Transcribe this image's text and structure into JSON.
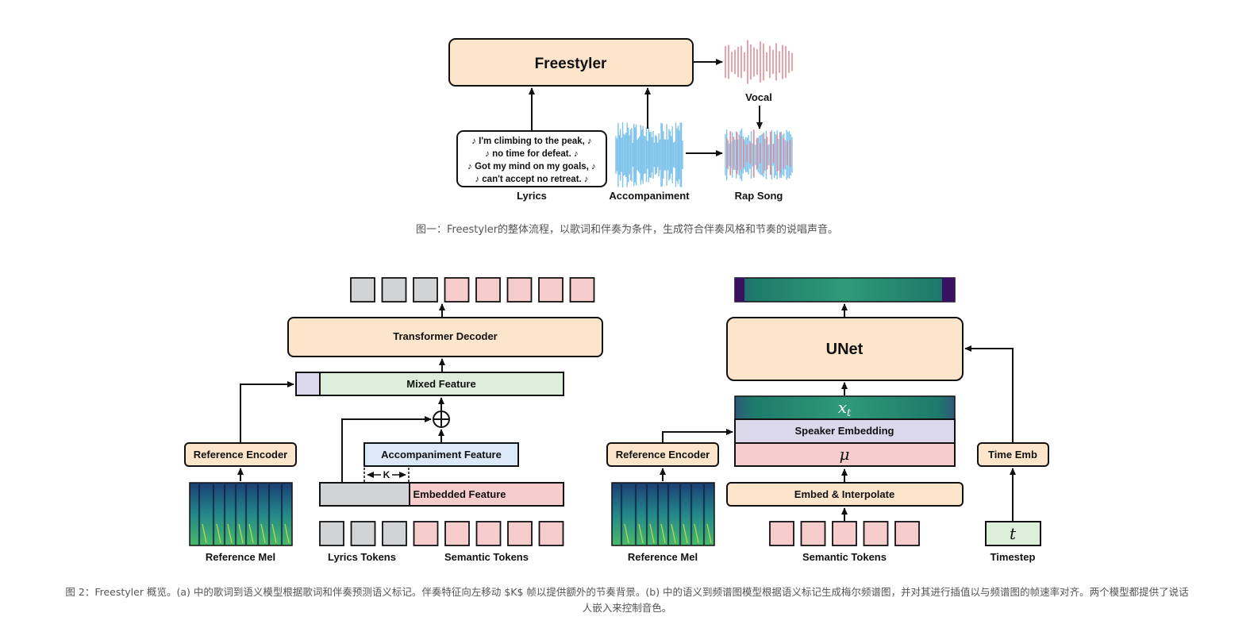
{
  "figure1": {
    "main_box": "Freestyler",
    "lyrics_lines": [
      "♪ I'm climbing to the peak, ♪",
      "♪ no time for defeat. ♪",
      "♪ Got my mind on my goals, ♪",
      "♪ can't accept no retreat. ♪"
    ],
    "labels": {
      "lyrics": "Lyrics",
      "accompaniment": "Accompaniment",
      "vocal": "Vocal",
      "rap_song": "Rap Song"
    },
    "caption": "图一：Freestyler的整体流程，以歌词和伴奏为条件，生成符合伴奏风格和节奏的说唱声音。"
  },
  "figure2": {
    "left": {
      "transformer_decoder": "Transformer Decoder",
      "mixed_feature": "Mixed Feature",
      "reference_encoder": "Reference Encoder",
      "accompaniment_feature": "Accompaniment Feature",
      "k_label": "K",
      "embedded_feature": "Embedded Feature",
      "reference_mel": "Reference Mel",
      "lyrics_tokens": "Lyrics Tokens",
      "semantic_tokens": "Semantic Tokens"
    },
    "right": {
      "unet": "UNet",
      "x_t": "x",
      "x_t_sub": "t",
      "speaker_embedding": "Speaker Embedding",
      "mu": "μ",
      "reference_encoder": "Reference Encoder",
      "embed_interpolate": "Embed & Interpolate",
      "time_emb": "Time Emb",
      "t_symbol": "t",
      "reference_mel": "Reference Mel",
      "semantic_tokens": "Semantic Tokens",
      "timestep": "Timestep"
    },
    "caption_line1": "图 2：Freestyler 概览。(a) 中的歌词到语义模型根据歌词和伴奏预测语义标记。伴奏特征向左移动 $K$ 帧以提供额外的节奏背景。(b) 中的语义到频谱图模型根据语义标记生成梅尔频谱图，并对其进行插值以与频谱图的帧速率对齐。两个模型都提供了说话",
    "caption_line2": "人嵌入来控制音色。"
  },
  "colors": {
    "peach": "#fde5cc",
    "gray_token": "#d1d3d4",
    "pink_token": "#f7cccc",
    "green_feature": "#dcedd9",
    "blue_feature": "#dbe8f8",
    "lavender": "#dcd8ec",
    "vocal_red": "#e88a96",
    "accomp_blue": "#7ec3ec"
  }
}
